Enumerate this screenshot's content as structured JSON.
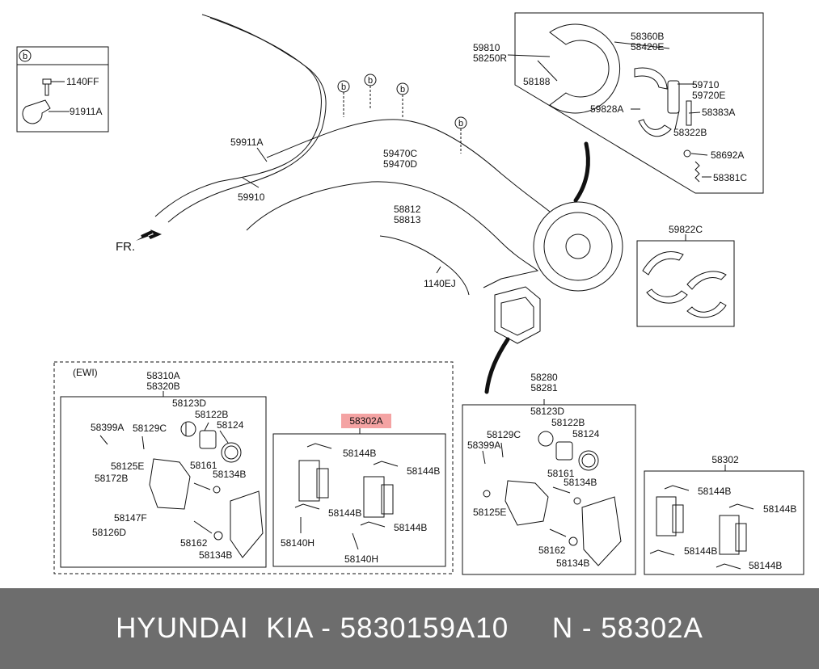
{
  "labels": {
    "l1140FF": "1140FF",
    "l91911A": "91911A",
    "b_box": "b",
    "l59911A": "59911A",
    "l59910": "59910",
    "fr": "FR.",
    "b1": "b",
    "b2": "b",
    "b3": "b",
    "b4": "b",
    "l59470C": "59470C",
    "l59470D": "59470D",
    "l58812": "58812",
    "l58813": "58813",
    "l1140EJ": "1140EJ",
    "l59810": "59810",
    "l58250R": "58250R",
    "l58188": "58188",
    "l58360B": "58360B",
    "l58420E": "58420E",
    "l59710": "59710",
    "l59720E": "59720E",
    "l58383A": "58383A",
    "l59828A": "59828A",
    "l58322B": "58322B",
    "l58692A": "58692A",
    "l58381C": "58381C",
    "l59822C": "59822C",
    "ewi": "(EWI)",
    "l58310A": "58310A",
    "l58320B": "58320B",
    "e58123D": "58123D",
    "e58122B": "58122B",
    "e58124": "58124",
    "e58399A": "58399A",
    "e58129C": "58129C",
    "e58125E": "58125E",
    "e58172B": "58172B",
    "e58161": "58161",
    "e58134B_a": "58134B",
    "e58147F": "58147F",
    "e58126D": "58126D",
    "e58162": "58162",
    "e58134B_b": "58134B",
    "l58302A": "58302A",
    "p58144B_1": "58144B",
    "p58144B_2": "58144B",
    "p58144B_3": "58144B",
    "p58144B_4": "58144B",
    "p58140H_1": "58140H",
    "p58140H_2": "58140H",
    "l58280": "58280",
    "l58281": "58281",
    "r58123D": "58123D",
    "r58122B": "58122B",
    "r58124": "58124",
    "r58129C": "58129C",
    "r58399A": "58399A",
    "r58161": "58161",
    "r58134B_a": "58134B",
    "r58125E": "58125E",
    "r58162": "58162",
    "r58134B_b": "58134B",
    "l58302": "58302",
    "q58144B_1": "58144B",
    "q58144B_2": "58144B",
    "q58144B_3": "58144B",
    "q58144B_4": "58144B"
  },
  "colors": {
    "highlight": "#f4a3a3",
    "footer_bg": "#6d6d6d"
  },
  "footer": {
    "text": "HYUNDAI  KIA - 5830159A10     N - 58302A"
  }
}
